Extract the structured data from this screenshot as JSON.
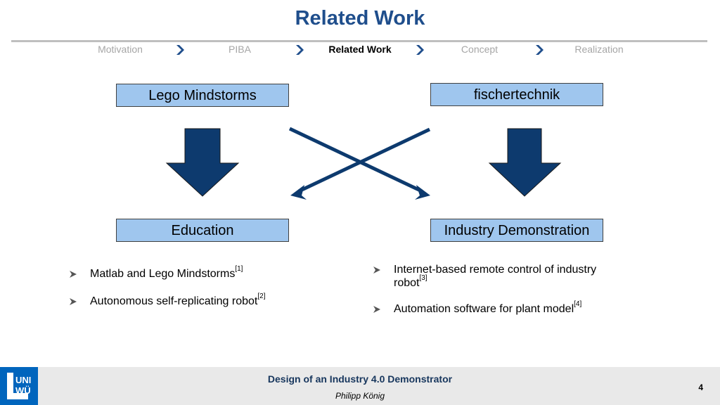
{
  "slide": {
    "title": "Related Work",
    "page_number": "4"
  },
  "nav": {
    "items": [
      {
        "label": "Motivation",
        "active": false
      },
      {
        "label": "PIBA",
        "active": false
      },
      {
        "label": "Related Work",
        "active": true
      },
      {
        "label": "Concept",
        "active": false
      },
      {
        "label": "Realization",
        "active": false
      }
    ]
  },
  "diagram": {
    "box_lego": "Lego Mindstorms",
    "box_fischer": "fischertechnik",
    "box_education": "Education",
    "box_industry": "Industry Demonstration"
  },
  "left_bullets": [
    {
      "text": "Matlab and Lego Mindstorms",
      "ref": "[1]"
    },
    {
      "text": "Autonomous self-replicating robot",
      "ref": "[2]"
    }
  ],
  "right_bullets": [
    {
      "text": "Internet-based remote control of industry robot",
      "ref": "[3]"
    },
    {
      "text": "Automation software for plant model",
      "ref": "[4]"
    }
  ],
  "footer": {
    "title": "Design of an Industry 4.0 Demonstrator",
    "author": "Philipp König",
    "logo_text": "UNI\nWÜ"
  },
  "colors": {
    "accent": "#1f4e8c",
    "box_fill": "#9fc6ee",
    "arrow_fill": "#0d3a6e"
  },
  "icons": {
    "nav_separator": "chevron-right-icon",
    "bullet": "arrow-bullet-icon"
  }
}
